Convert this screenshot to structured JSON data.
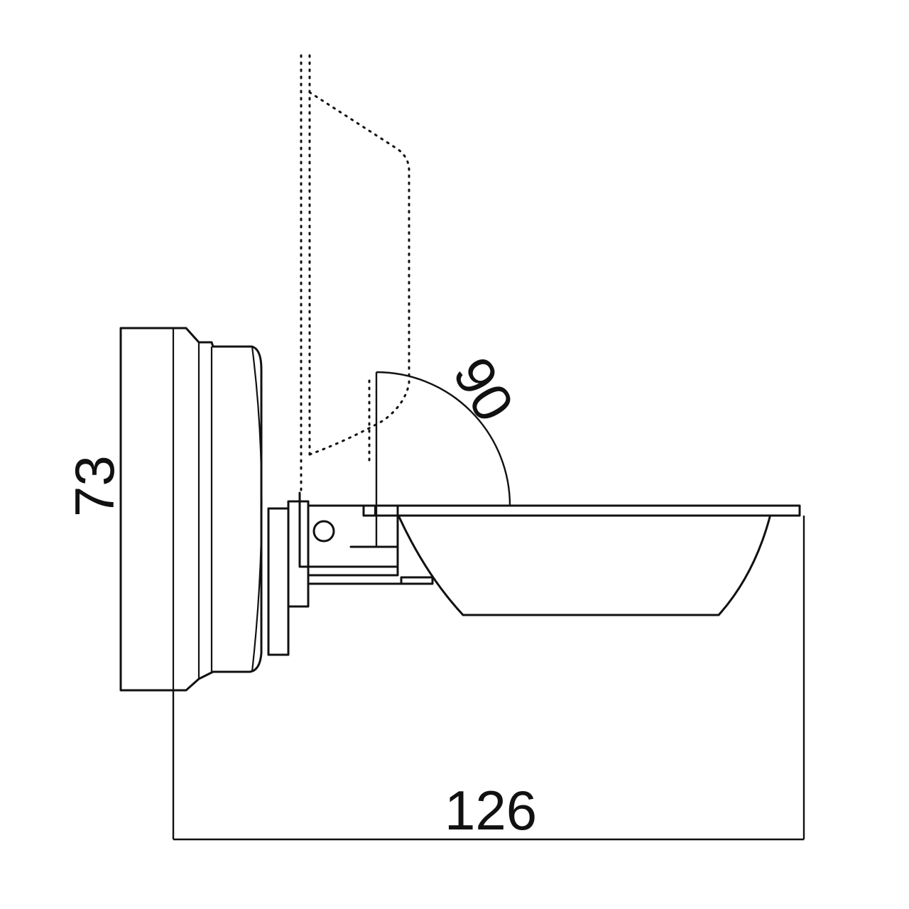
{
  "dimensions": {
    "height": "73",
    "width": "126",
    "angle": "90"
  },
  "colors": {
    "line": "#111111",
    "background": "#ffffff"
  }
}
